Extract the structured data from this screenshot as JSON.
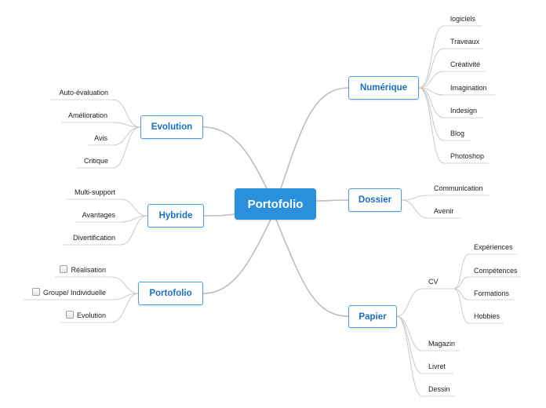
{
  "central": {
    "label": "Portofolio"
  },
  "branches": {
    "numerique": {
      "label": "Numérique",
      "items": [
        "logiciels",
        "Traveaux",
        "Créativité",
        "Imagination",
        "Indesign",
        "Blog",
        "Photoshop"
      ]
    },
    "dossier": {
      "label": "Dossier",
      "items": [
        "Communication",
        "Avenir"
      ]
    },
    "papier": {
      "label": "Papier",
      "cv": {
        "label": "CV",
        "items": [
          "Expériences",
          "Compétences",
          "Formations",
          "Hobbies"
        ]
      },
      "items": [
        "Magazin",
        "Livret",
        "Dessin"
      ]
    },
    "evolution": {
      "label": "Evolution",
      "items": [
        "Auto-évaluation",
        "Amélioration",
        "Avis",
        "Critique"
      ]
    },
    "hybride": {
      "label": "Hybride",
      "items": [
        "Multi-support",
        "Avantages",
        "Divertification"
      ]
    },
    "portofolio": {
      "label": "Portofolio",
      "items": [
        "Réalisation",
        "Groupe/ Individuelle",
        "Evolution"
      ]
    }
  }
}
